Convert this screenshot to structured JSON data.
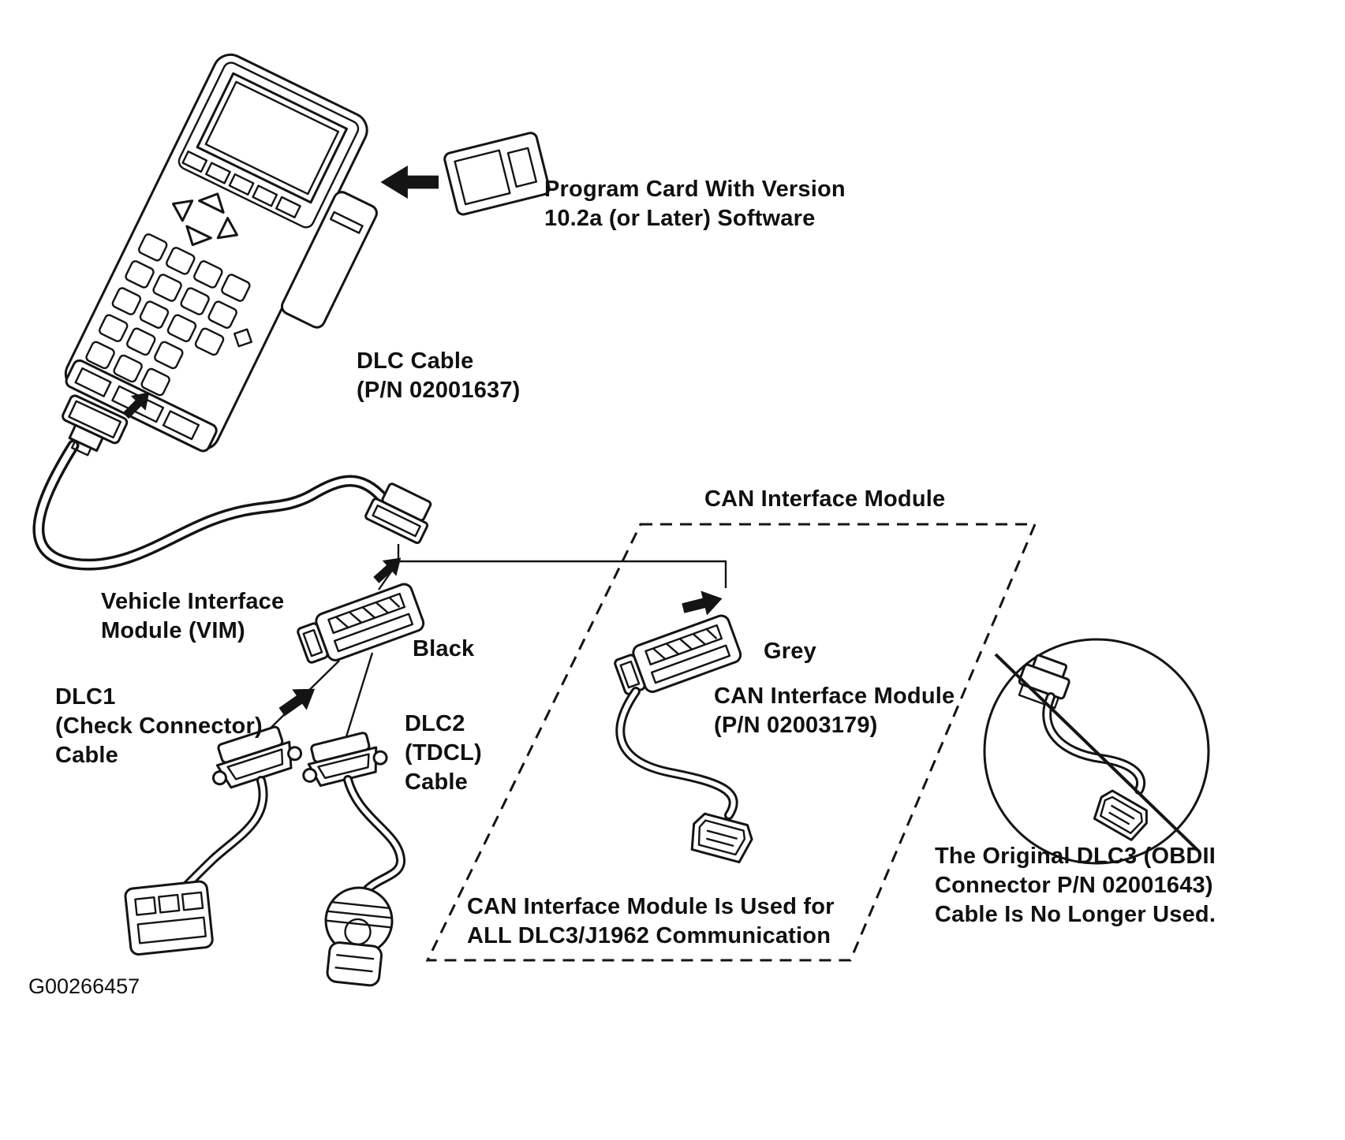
{
  "figure": {
    "id": "G00266457"
  },
  "labels": {
    "program_card": "Program Card With Version\n10.2a (or Later) Software",
    "dlc_cable": "DLC Cable\n(P/N 02001637)",
    "can_module_heading": "CAN Interface Module",
    "vim": "Vehicle Interface\nModule (VIM)",
    "vim_color": "Black",
    "can_module_color": "Grey",
    "can_module_pn": "CAN Interface Module\n(P/N 02003179)",
    "dlc1": "DLC1\n(Check Connector)\nCable",
    "dlc2": "DLC2\n(TDCL)\nCable",
    "can_usage": "CAN Interface Module Is Used for\nALL DLC3/J1962 Communication",
    "obsolete_note": "The Original DLC3 (OBDII\nConnector P/N 02001643)\nCable Is No Longer Used."
  },
  "colors": {
    "ink": "#141414",
    "background": "#ffffff"
  }
}
